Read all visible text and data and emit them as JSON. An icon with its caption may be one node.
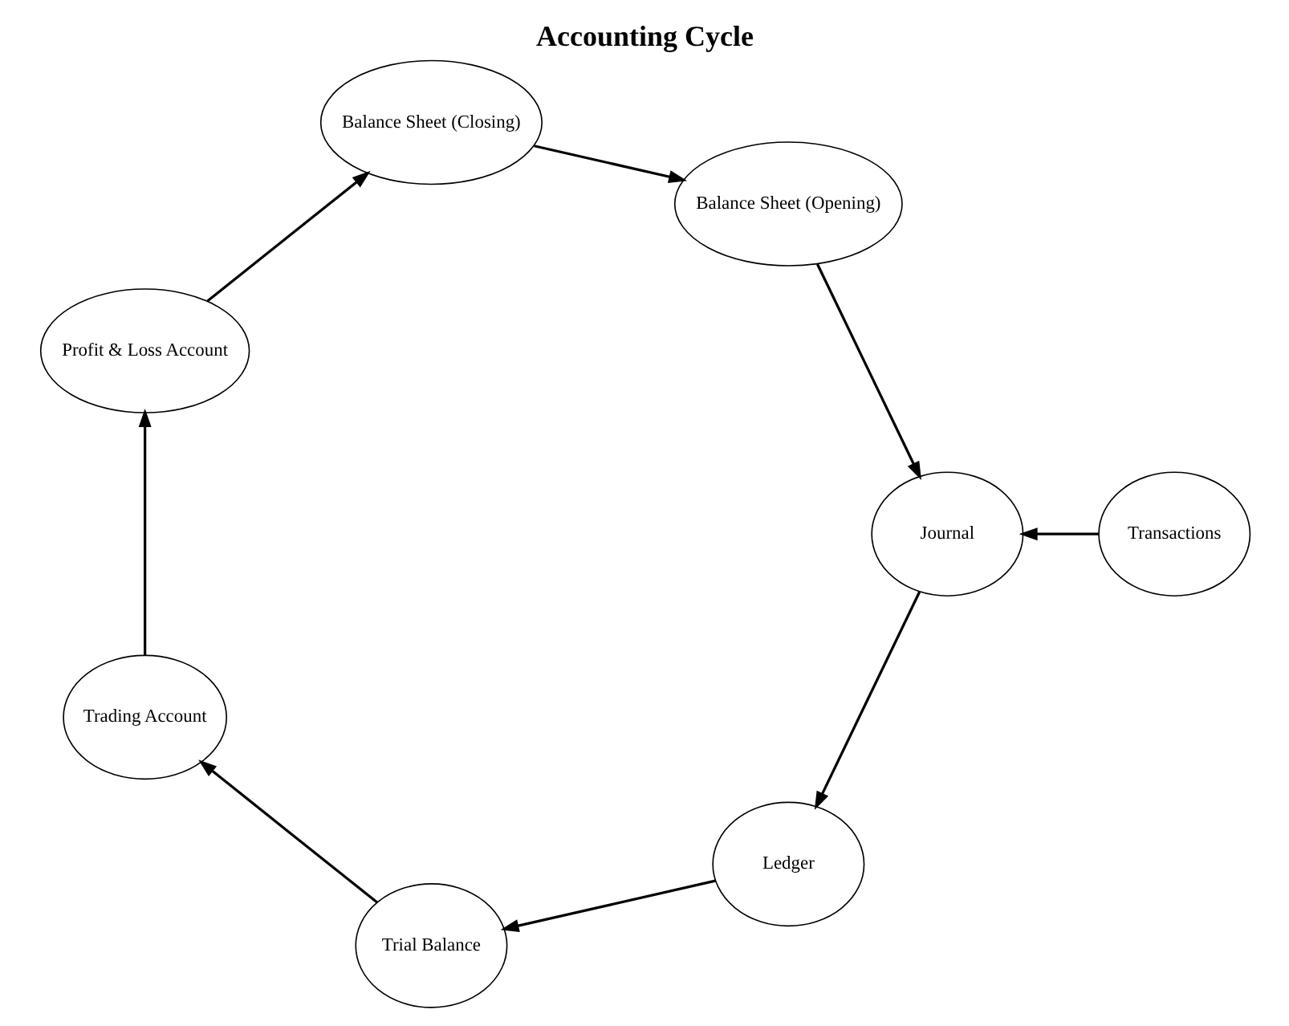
{
  "diagram": {
    "title": "Accounting Cycle",
    "nodes": [
      {
        "text": [
          "Balance Sheet (Closing)"
        ]
      },
      {
        "text": [
          "Transactions"
        ]
      },
      {
        "text": [
          "Profit & Loss Account"
        ]
      },
      {
        "text": [
          "Balance Sheet (Opening)"
        ]
      },
      {
        "text": [
          "Journal"
        ]
      },
      {
        "text": [
          "Trading Account"
        ]
      },
      {
        "text": [
          "Ledger"
        ]
      },
      {
        "text": [
          "Trial Balance"
        ]
      }
    ],
    "edges": [
      {
        "from": 1,
        "to": 4,
        "arrow": "to"
      },
      {
        "from": 3,
        "to": 4,
        "arrow": "to"
      },
      {
        "from": 4,
        "to": 6,
        "arrow": "to"
      },
      {
        "from": 6,
        "to": 7,
        "arrow": "to"
      },
      {
        "from": 7,
        "to": 5,
        "arrow": "to"
      },
      {
        "from": 5,
        "to": 2,
        "arrow": "to"
      },
      {
        "from": 2,
        "to": 0,
        "arrow": "to"
      },
      {
        "from": 0,
        "to": 3,
        "arrow": "to"
      }
    ]
  }
}
